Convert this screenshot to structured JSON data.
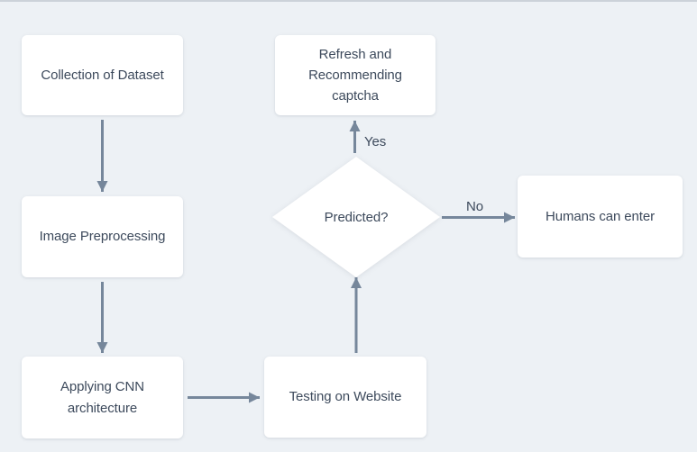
{
  "colors": {
    "background": "#edf1f5",
    "node_fill": "#ffffff",
    "text": "#3d4a5c",
    "arrow": "#76879b",
    "top_edge": "#ccd2d9"
  },
  "flowchart": {
    "type": "flowchart",
    "nodes": [
      {
        "id": "collection",
        "shape": "rect",
        "label": "Collection of Dataset"
      },
      {
        "id": "preprocessing",
        "shape": "rect",
        "label": "Image Preprocessing"
      },
      {
        "id": "applying-cnn",
        "shape": "rect",
        "label": "Applying CNN\narchitecture"
      },
      {
        "id": "testing",
        "shape": "rect",
        "label": "Testing on Website"
      },
      {
        "id": "refresh",
        "shape": "rect",
        "label": "Refresh and\nRecommending\ncaptcha"
      },
      {
        "id": "predicted",
        "shape": "diamond",
        "label": "Predicted?"
      },
      {
        "id": "humans",
        "shape": "rect",
        "label": "Humans can enter"
      }
    ],
    "edges": [
      {
        "from": "collection",
        "to": "preprocessing",
        "label": ""
      },
      {
        "from": "preprocessing",
        "to": "applying-cnn",
        "label": ""
      },
      {
        "from": "applying-cnn",
        "to": "testing",
        "label": ""
      },
      {
        "from": "testing",
        "to": "predicted",
        "label": ""
      },
      {
        "from": "predicted",
        "to": "refresh",
        "label": "Yes"
      },
      {
        "from": "predicted",
        "to": "humans",
        "label": "No"
      }
    ]
  }
}
